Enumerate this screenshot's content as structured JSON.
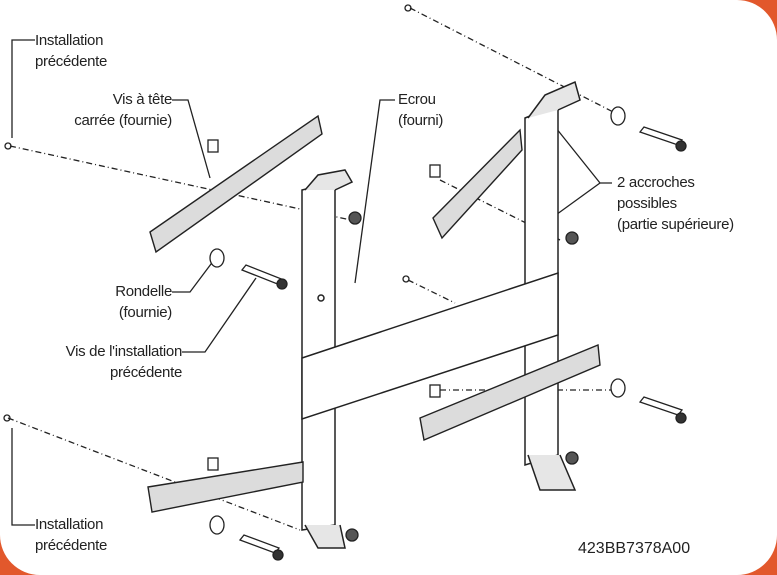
{
  "labels": {
    "prev_install_top": [
      "Installation",
      "précédente"
    ],
    "square_screw": [
      "Vis à tête",
      "carrée (fournie)"
    ],
    "nut": [
      "Ecrou",
      "(fourni)"
    ],
    "hooks": [
      "2 accroches",
      "possibles",
      "(partie supérieure)"
    ],
    "washer": [
      "Rondelle",
      "(fournie)"
    ],
    "prev_screw": [
      "Vis de l'installation",
      "précédente"
    ],
    "prev_install_bottom": [
      "Installation",
      "précédente"
    ]
  },
  "part_code": "423BB7378A00",
  "colors": {
    "accent": "#e2582c",
    "line": "#222222",
    "metal": "#d9d9d9"
  }
}
